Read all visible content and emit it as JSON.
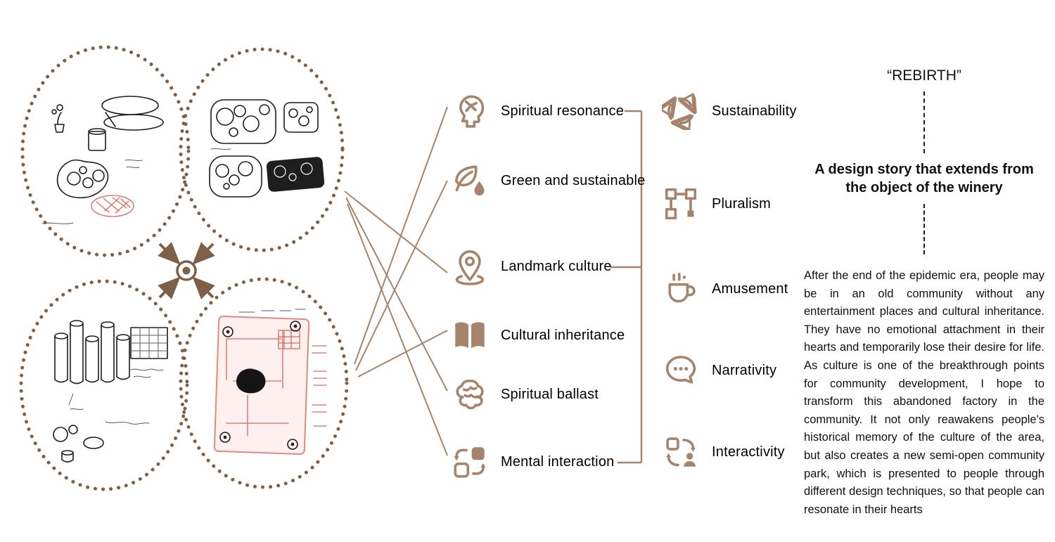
{
  "colors": {
    "accent": "#a5846b",
    "arrow_brown": "#7e6048",
    "ink": "#1c1c1c",
    "sketch_red": "#d96a5f"
  },
  "center": {
    "icon": "target-icon"
  },
  "concepts": [
    {
      "icon": "head-neuron-icon",
      "label": "Spiritual resonance"
    },
    {
      "icon": "leaf-droplet-icon",
      "label": "Green and sustainable"
    },
    {
      "icon": "map-pin-icon",
      "label": "Landmark culture"
    },
    {
      "icon": "open-book-icon",
      "label": "Cultural inheritance"
    },
    {
      "icon": "brain-icon",
      "label": "Spiritual ballast"
    },
    {
      "icon": "swap-squares-icon",
      "label": "Mental interaction"
    }
  ],
  "qualities": [
    {
      "icon": "recycle-icon",
      "label": "Sustainability"
    },
    {
      "icon": "network-nodes-icon",
      "label": "Pluralism"
    },
    {
      "icon": "coffee-cup-icon",
      "label": "Amusement"
    },
    {
      "icon": "chat-bubble-icon",
      "label": "Narrativity"
    },
    {
      "icon": "swap-person-icon",
      "label": "Interactivity"
    }
  ],
  "story": {
    "title": "“REBIRTH”",
    "subtitle": "A design story that extends from the object of the winery",
    "body": "After the end of the epidemic era, people may be in an old community without any entertainment places and cultural inheritance. They have no emotional attachment in their hearts and temporarily lose their desire for life. As culture is one of the breakthrough points for community development, I hope to transform this abandoned factory in the community. It not only reawakens people's historical memory of the culture of the area, but also creates a new semi-open community park, which is presented to people through different design techniques, so that people can resonate in their hearts"
  }
}
